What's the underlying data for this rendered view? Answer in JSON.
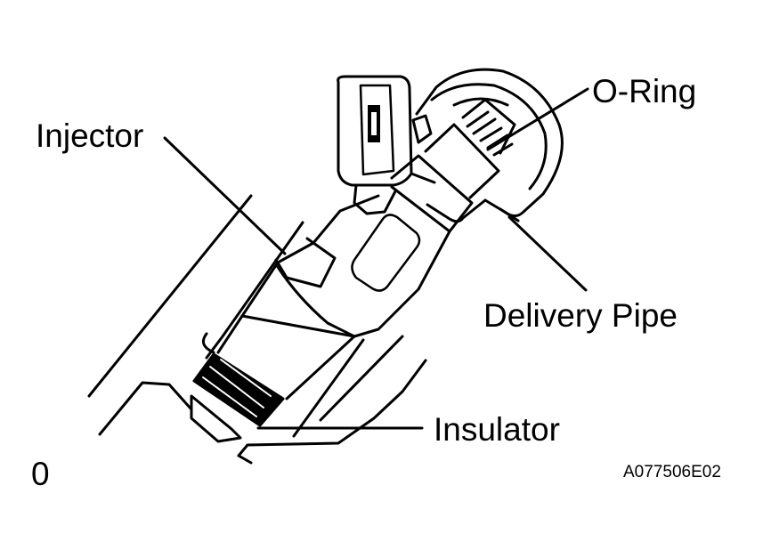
{
  "labels": {
    "injector": "Injector",
    "o_ring": "O-Ring",
    "delivery_pipe": "Delivery Pipe",
    "insulator": "Insulator",
    "corner_mark": "0",
    "figure_code": "A077506E02"
  },
  "colors": {
    "line": "#000000",
    "background": "#ffffff"
  }
}
